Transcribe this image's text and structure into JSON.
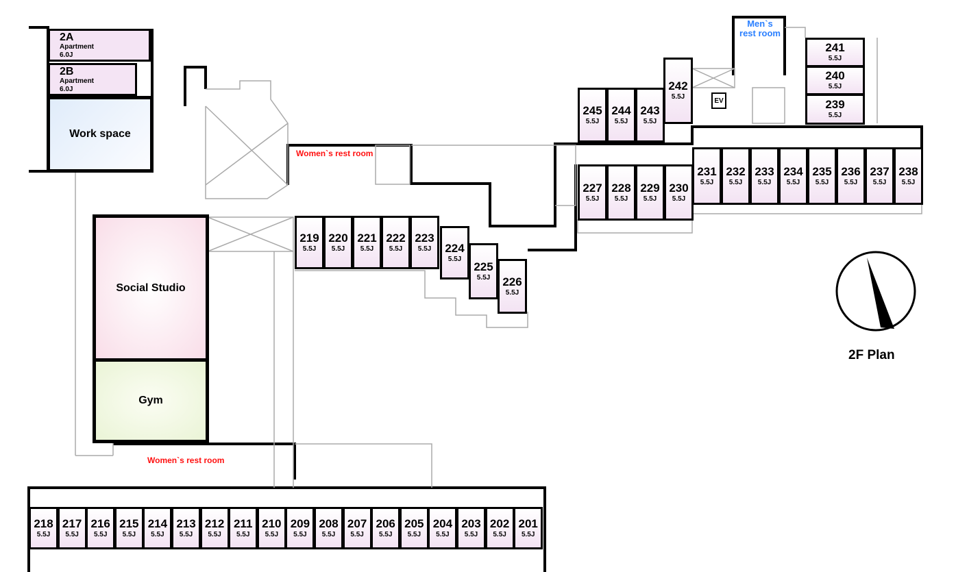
{
  "title": "2F Plan",
  "apartments": [
    {
      "id": "2A",
      "type": "Apartment",
      "size": "6.0J"
    },
    {
      "id": "2B",
      "type": "Apartment",
      "size": "6.0J"
    }
  ],
  "spaces": {
    "work_space": "Work space",
    "social_studio": "Social Studio",
    "gym": "Gym"
  },
  "restrooms": {
    "womens_upper": "Women`s rest room",
    "womens_lower": "Women`s rest room",
    "mens_line1": "Men`s",
    "mens_line2": "rest room"
  },
  "elevator": "EV",
  "rooms": [
    {
      "number": "201",
      "size": "5.5J"
    },
    {
      "number": "202",
      "size": "5.5J"
    },
    {
      "number": "203",
      "size": "5.5J"
    },
    {
      "number": "204",
      "size": "5.5J"
    },
    {
      "number": "205",
      "size": "5.5J"
    },
    {
      "number": "206",
      "size": "5.5J"
    },
    {
      "number": "207",
      "size": "5.5J"
    },
    {
      "number": "208",
      "size": "5.5J"
    },
    {
      "number": "209",
      "size": "5.5J"
    },
    {
      "number": "210",
      "size": "5.5J"
    },
    {
      "number": "211",
      "size": "5.5J"
    },
    {
      "number": "212",
      "size": "5.5J"
    },
    {
      "number": "213",
      "size": "5.5J"
    },
    {
      "number": "214",
      "size": "5.5J"
    },
    {
      "number": "215",
      "size": "5.5J"
    },
    {
      "number": "216",
      "size": "5.5J"
    },
    {
      "number": "217",
      "size": "5.5J"
    },
    {
      "number": "218",
      "size": "5.5J"
    },
    {
      "number": "219",
      "size": "5.5J"
    },
    {
      "number": "220",
      "size": "5.5J"
    },
    {
      "number": "221",
      "size": "5.5J"
    },
    {
      "number": "222",
      "size": "5.5J"
    },
    {
      "number": "223",
      "size": "5.5J"
    },
    {
      "number": "224",
      "size": "5.5J"
    },
    {
      "number": "225",
      "size": "5.5J"
    },
    {
      "number": "226",
      "size": "5.5J"
    },
    {
      "number": "227",
      "size": "5.5J"
    },
    {
      "number": "228",
      "size": "5.5J"
    },
    {
      "number": "229",
      "size": "5.5J"
    },
    {
      "number": "230",
      "size": "5.5J"
    },
    {
      "number": "231",
      "size": "5.5J"
    },
    {
      "number": "232",
      "size": "5.5J"
    },
    {
      "number": "233",
      "size": "5.5J"
    },
    {
      "number": "234",
      "size": "5.5J"
    },
    {
      "number": "235",
      "size": "5.5J"
    },
    {
      "number": "236",
      "size": "5.5J"
    },
    {
      "number": "237",
      "size": "5.5J"
    },
    {
      "number": "238",
      "size": "5.5J"
    },
    {
      "number": "239",
      "size": "5.5J"
    },
    {
      "number": "240",
      "size": "5.5J"
    },
    {
      "number": "241",
      "size": "5.5J"
    },
    {
      "number": "242",
      "size": "5.5J"
    },
    {
      "number": "243",
      "size": "5.5J"
    },
    {
      "number": "244",
      "size": "5.5J"
    },
    {
      "number": "245",
      "size": "5.5J"
    }
  ]
}
